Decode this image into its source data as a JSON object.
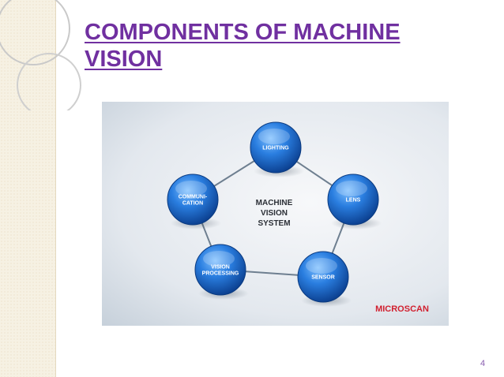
{
  "slide": {
    "title": "COMPONENTS OF MACHINE VISION",
    "page_number": "4"
  },
  "diagram": {
    "center_label": [
      "MACHINE",
      "VISION",
      "SYSTEM"
    ],
    "nodes": [
      {
        "id": "lighting",
        "lines": [
          "LIGHTING"
        ]
      },
      {
        "id": "lens",
        "lines": [
          "LENS"
        ]
      },
      {
        "id": "sensor",
        "lines": [
          "SENSOR"
        ]
      },
      {
        "id": "vision-processing",
        "lines": [
          "VISION",
          "PROCESSING"
        ]
      },
      {
        "id": "communication",
        "lines": [
          "COMMUNI-",
          "CATION"
        ]
      }
    ],
    "brand": "MICROSCAN",
    "colors": {
      "node_fill": "#1f6fd0",
      "connector": "#6e7f90",
      "brand": "#d1202f",
      "title": "#7030a0"
    }
  }
}
